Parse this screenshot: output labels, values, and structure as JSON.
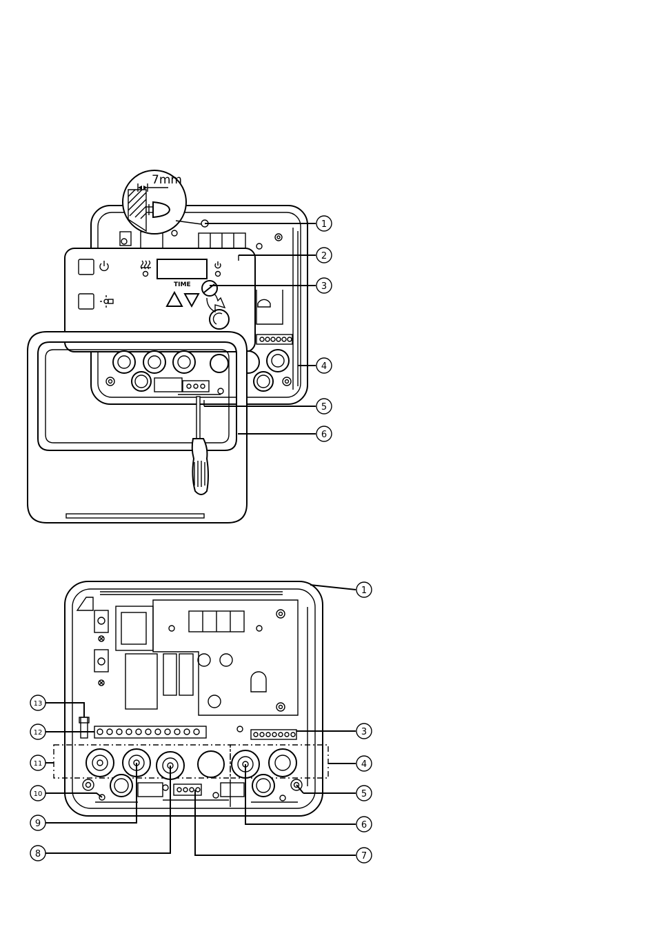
{
  "top_figure": {
    "dimension_label": "7mm",
    "display_label": "TIME",
    "callouts": [
      "1",
      "2",
      "3",
      "4",
      "5",
      "6"
    ]
  },
  "bottom_figure": {
    "callouts": [
      "1",
      "3",
      "4",
      "5",
      "6",
      "7",
      "8",
      "9",
      "10",
      "11",
      "12",
      "13"
    ]
  }
}
